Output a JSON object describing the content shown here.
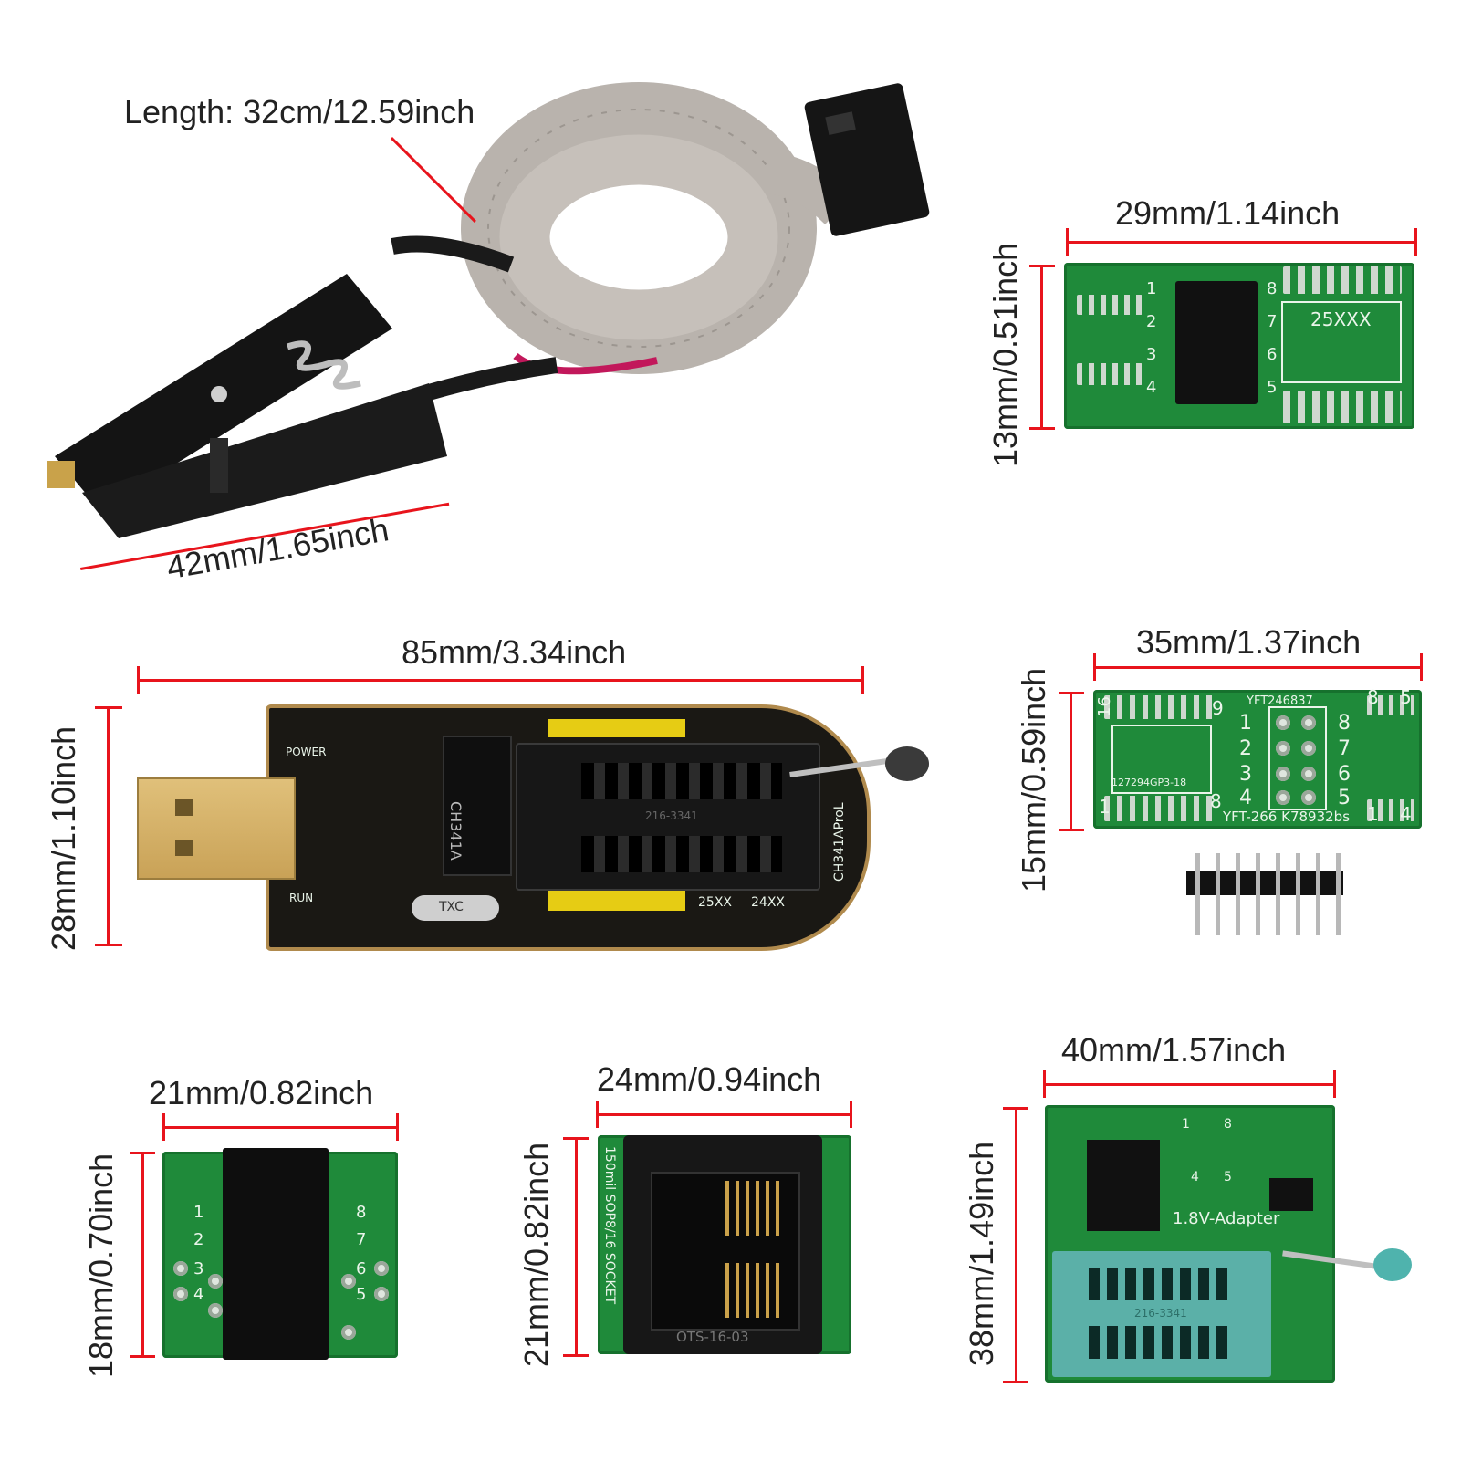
{
  "labels": {
    "cable_length": "Length: 32cm/12.59inch",
    "clip_width": "42mm/1.65inch",
    "adapter_25xxx_width": "29mm/1.14inch",
    "adapter_25xxx_height": "13mm/0.51inch",
    "programmer_width": "85mm/3.34inch",
    "programmer_height": "28mm/1.10inch",
    "adapter_16pin_width": "35mm/1.37inch",
    "adapter_16pin_height": "15mm/0.59inch",
    "adapter_8pin_width": "21mm/0.82inch",
    "adapter_8pin_height": "18mm/0.70inch",
    "socket_width": "24mm/0.94inch",
    "socket_height": "21mm/0.82inch",
    "adapter_18v_width": "40mm/1.57inch",
    "adapter_18v_height": "38mm/1.49inch"
  },
  "silkscreen": {
    "adapter_25xxx": {
      "chip": "25XXX",
      "pins_left": [
        "1",
        "2",
        "3",
        "4"
      ],
      "pins_right": [
        "8",
        "7",
        "6",
        "5"
      ]
    },
    "programmer": {
      "chip": "CH341A",
      "power": "POWER",
      "run": "RUN",
      "crystal": "TXC",
      "model": "CH341AProL",
      "slot_a": "25XX",
      "slot_b": "24XX",
      "zif": "216-3341"
    },
    "adapter_16pin": {
      "top_code": "YFT246837",
      "bottom_code": "YFT-266  K78932bs",
      "chip_code": "127294GP3-18",
      "pins_left": [
        "1",
        "2",
        "3",
        "4"
      ],
      "pins_right": [
        "8",
        "7",
        "6",
        "5"
      ],
      "corner_16": "16",
      "corner_9": "9",
      "corner_1": "1",
      "corner_8": "8",
      "corner_8b": "8",
      "corner_5": "5",
      "corner_1b": "1",
      "corner_4": "4"
    },
    "adapter_8pin": {
      "pins_left": [
        "1",
        "2",
        "3",
        "4"
      ],
      "pins_right": [
        "8",
        "7",
        "6",
        "5"
      ]
    },
    "socket": {
      "side_text": "150mil  SOP8/16 SOCKET",
      "bottom_text": "OTS-16-03"
    },
    "adapter_18v": {
      "title": "1.8V-Adapter",
      "pin_1": "1",
      "pin_8": "8",
      "pin_4": "4",
      "pin_5": "5",
      "zif": "216-3341"
    }
  },
  "colors": {
    "measure": "#e8141c",
    "pcb_green": "#1f8a3a",
    "pcb_black": "#121212",
    "gold": "#d8b46a",
    "teal": "#5bb0a8"
  }
}
